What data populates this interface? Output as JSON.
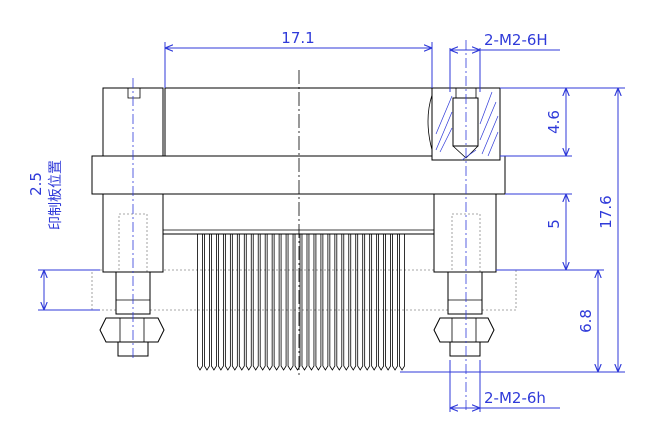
{
  "dimensions": {
    "top_width": "17.1",
    "thread_top": "2-M2-6H",
    "thread_bottom": "2-M2-6h",
    "right_small": "4.6",
    "right_overall": "17.6",
    "right_mid": "5",
    "right_lower": "6.8",
    "left_value": "2.5",
    "left_label": "印制板位置"
  },
  "colors": {
    "dimension": "#2f3ad9",
    "outline": "#000000",
    "pcb_dashed": "#8a8a8a"
  }
}
